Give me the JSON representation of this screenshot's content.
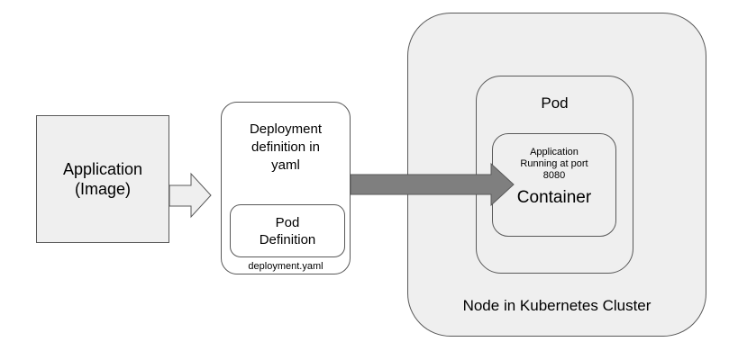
{
  "application": {
    "line1": "Application",
    "line2": "(Image)"
  },
  "deployment": {
    "title_line1": "Deployment",
    "title_line2": "definition in",
    "title_line3": "yaml",
    "pod_def_line1": "Pod",
    "pod_def_line2": "Definition",
    "file_label": "deployment.yaml"
  },
  "node": {
    "label": "Node in Kubernetes Cluster"
  },
  "pod": {
    "label": "Pod"
  },
  "container": {
    "app_line1": "Application",
    "app_line2": "Running at port",
    "app_line3": "8080",
    "label": "Container"
  },
  "colors": {
    "box_fill": "#efefef",
    "border": "#595959",
    "arrow_dark": "#7f7f7f",
    "arrow_light": "#efefef"
  }
}
